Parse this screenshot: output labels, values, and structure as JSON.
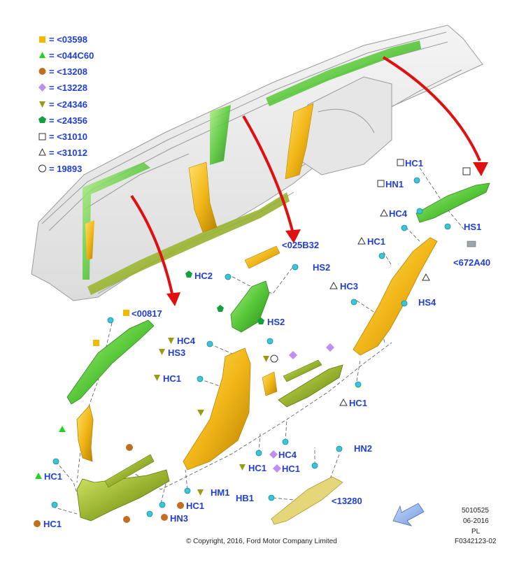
{
  "legend": [
    {
      "symbol": "square-filled",
      "color": "#f5b800",
      "text": "= <03598"
    },
    {
      "symbol": "triangle-up-filled",
      "color": "#22d422",
      "text": "= <044C60"
    },
    {
      "symbol": "circle-filled",
      "color": "#c0701c",
      "text": "= <13208"
    },
    {
      "symbol": "diamond-filled",
      "color": "#c08ef0",
      "text": "= <13228"
    },
    {
      "symbol": "triangle-down-filled",
      "color": "#9a9a14",
      "text": "= <24346"
    },
    {
      "symbol": "pentagon-filled",
      "color": "#14a03c",
      "text": "= <24356"
    },
    {
      "symbol": "square-outline",
      "color": "#333333",
      "text": "= <31010"
    },
    {
      "symbol": "triangle-up-outline",
      "color": "#333333",
      "text": "= <31012"
    },
    {
      "symbol": "circle-outline",
      "color": "#333333",
      "text": "= 19893"
    }
  ],
  "labels": {
    "hc1_top": "HC1",
    "hn1": "HN1",
    "hc4_right": "HC4",
    "hs1": "HS1",
    "p672a40": "<672A40",
    "hc1_right": "HC1",
    "p025b32": "<025B32",
    "hs2_top": "HS2",
    "hc2": "HC2",
    "hs2_mid": "HS2",
    "hc3": "HC3",
    "hs4": "HS4",
    "p00817": "<00817",
    "hc4_mid": "HC4",
    "hs3": "HS3",
    "hc1_mid": "HC1",
    "hc1_lower_right": "HC1",
    "hc1_left_a": "HC1",
    "hc1_left_b": "HC1",
    "hm1": "HM1",
    "hc1_bottom": "HC1",
    "hn3": "HN3",
    "hc1_center": "HC1",
    "hc4_center": "HC4",
    "hc1_diamond": "HC1",
    "hn2": "HN2",
    "hb1": "HB1",
    "p13280": "<13280"
  },
  "footer": {
    "copyright": "© Copyright, 2016, Ford Motor Company Limited",
    "code1": "5010525",
    "date": "06-2016",
    "region": "PL",
    "figure": "F0342123-02"
  },
  "colors": {
    "label": "#1f3fd8",
    "yellow": "#f2b81a",
    "green": "#58c83a",
    "olive": "#9ab431",
    "arrow": "#e01010",
    "clip": "#39c7d8"
  }
}
